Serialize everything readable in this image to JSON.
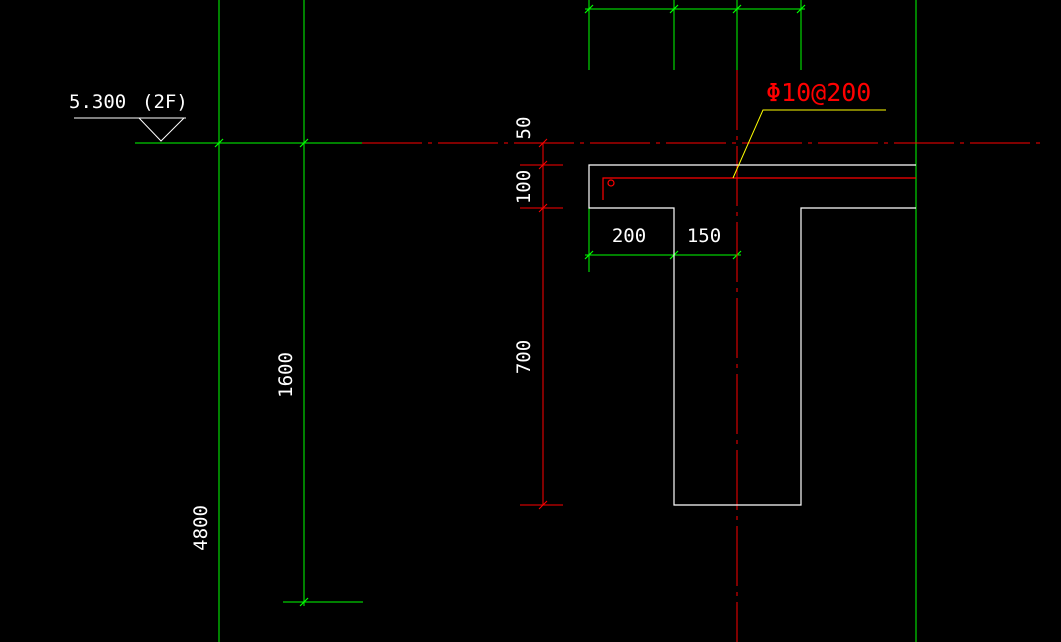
{
  "colors": {
    "background": "#000000",
    "dimension": "#00ff00",
    "centerline": "#ff0000",
    "annotation_text": "#ff0000",
    "outline": "#ffffff",
    "leader": "#ffff00",
    "dim_text": "#ffffff"
  },
  "elevation": {
    "value": "5.300",
    "floor": "(2F)"
  },
  "rebar_label": "Φ10@200",
  "dimensions": {
    "gap_50": "50",
    "slab_thickness": "100",
    "beam_depth": "700",
    "height_1600": "1600",
    "height_4800": "4800",
    "overhang": "200",
    "half_beam": "150"
  }
}
